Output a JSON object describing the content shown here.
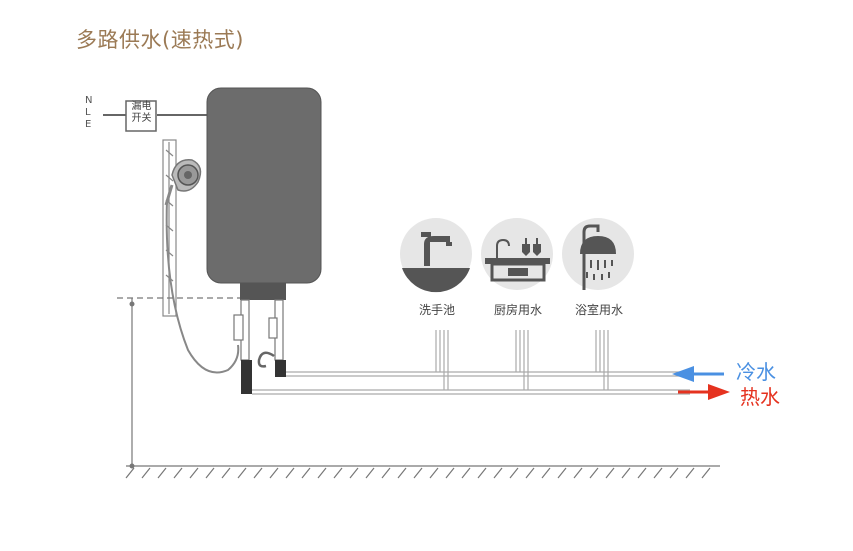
{
  "title": "多路供水(速热式)",
  "power": {
    "lines": [
      "N",
      "L",
      "E"
    ],
    "switch_label": "漏电开关"
  },
  "fixtures": [
    {
      "label": "洗手池",
      "icon": "washbasin-faucet-icon"
    },
    {
      "label": "厨房用水",
      "icon": "kitchen-sink-icon"
    },
    {
      "label": "浴室用水",
      "icon": "shower-head-icon"
    }
  ],
  "legend": {
    "cold": {
      "label": "冷水",
      "color": "#4a90e2"
    },
    "hot": {
      "label": "热水",
      "color": "#e5321f"
    }
  }
}
